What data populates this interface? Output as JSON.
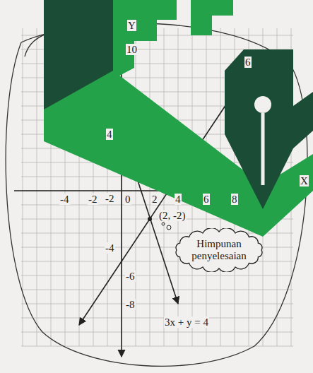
{
  "diagram": {
    "nodes": [
      {
        "text": [
          "Himpunan penyelesaian"
        ]
      }
    ],
    "labels": [
      "Y",
      "10",
      "4",
      "-2",
      "-4",
      "-6",
      "-8",
      "-4",
      "-2",
      "0",
      "2",
      "4",
      "6",
      "8",
      "X",
      "(2, -2)",
      "3x + y = 4",
      "6"
    ]
  }
}
